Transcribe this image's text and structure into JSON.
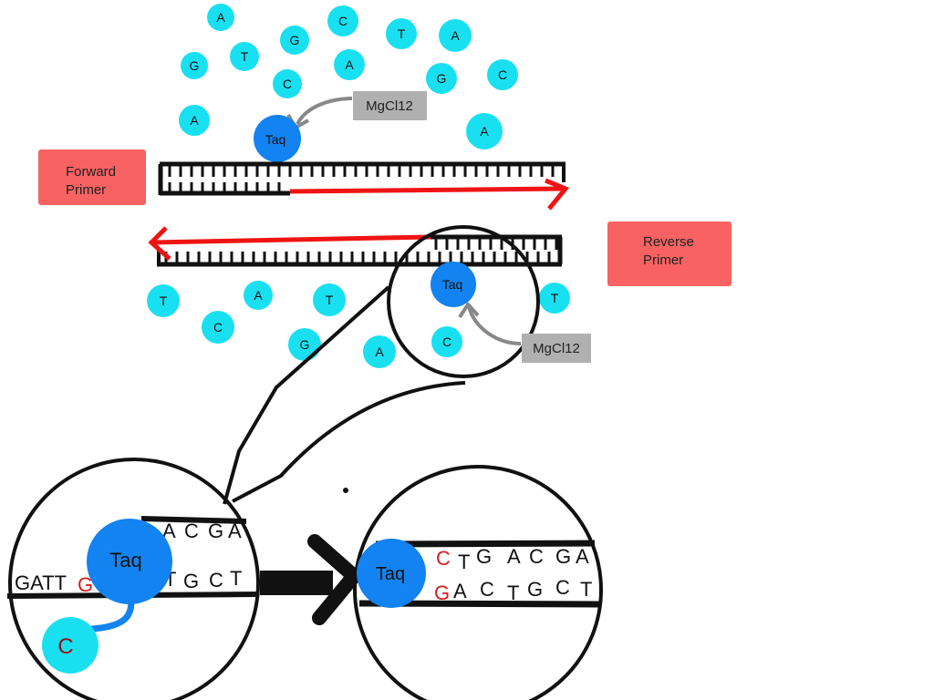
{
  "colors": {
    "nucleotide": "#19e0f0",
    "taq": "#1283f0",
    "primer_box": "#f86262",
    "mgcl_box": "#b0b0b0",
    "primer_arrow": "#ef1414",
    "new_base": "#d81e1e",
    "strand": "#111111"
  },
  "nucleotides_top": [
    "A",
    "C",
    "T",
    "A",
    "G",
    "G",
    "T",
    "A",
    "G",
    "C",
    "C",
    "A",
    "A"
  ],
  "nucleotides_bottom": [
    "T",
    "A",
    "T",
    "T",
    "C",
    "G",
    "A",
    "C"
  ],
  "labels": {
    "forward_primer_line1": "Forward",
    "forward_primer_line2": "Primer",
    "reverse_primer_line1": "Reverse",
    "reverse_primer_line2": "Primer",
    "mgcl_top": "MgCl12",
    "mgcl_bottom": "MgCl12",
    "taq_top": "Taq",
    "taq_zoom": "Taq",
    "taq_left": "Taq",
    "taq_right": "Taq",
    "incoming_base": "C"
  },
  "zoom_left": {
    "top_strand": [
      "A",
      "C",
      "G",
      "A"
    ],
    "bottom_prefix": "GATT",
    "bottom_new": "G",
    "bottom_suffix": [
      "T",
      "G",
      "C",
      "T"
    ]
  },
  "zoom_right": {
    "top_new": "C",
    "top_rest": [
      "T",
      "G",
      "A",
      "C",
      "G",
      "A"
    ],
    "bottom_new": "G",
    "bottom_rest": [
      "A",
      "C",
      "T",
      "G",
      "C",
      "T"
    ]
  }
}
